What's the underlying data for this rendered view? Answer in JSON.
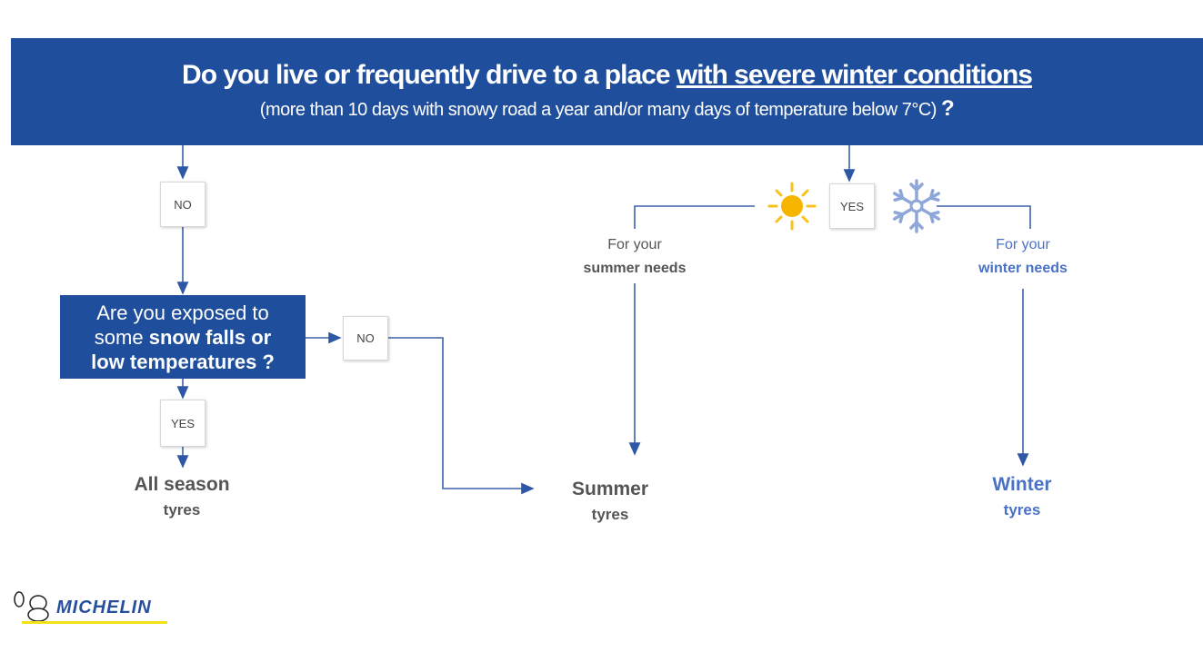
{
  "header": {
    "title_plain": "Do you live or frequently drive to a place ",
    "title_underlined": "with severe winter conditions",
    "subtitle": "(more than 10 days with snowy road a year and/or many days of temperature below 7°C)",
    "subtitle_mark": "?"
  },
  "first_no": "NO",
  "first_yes": "YES",
  "question2": {
    "line1": "Are you exposed to",
    "line2_plain": "some ",
    "line2_bold": "snow falls or",
    "line3_bold": "low temperatures ?"
  },
  "second_no": "NO",
  "second_yes": "YES",
  "summer_branch": {
    "line1": "For your",
    "line2": "summer needs"
  },
  "winter_branch": {
    "line1": "For your",
    "line2": "winter needs"
  },
  "results": {
    "all_season": {
      "title": "All season",
      "sub": "tyres"
    },
    "summer": {
      "title": "Summer",
      "sub": "tyres"
    },
    "winter": {
      "title": "Winter",
      "sub": "tyres"
    }
  },
  "logo": {
    "text": "MICHELIN"
  },
  "colors": {
    "primary": "#1f4e9c",
    "winter": "#4a72c4",
    "sun": "#f7b500",
    "snow": "#8ea6d8"
  }
}
